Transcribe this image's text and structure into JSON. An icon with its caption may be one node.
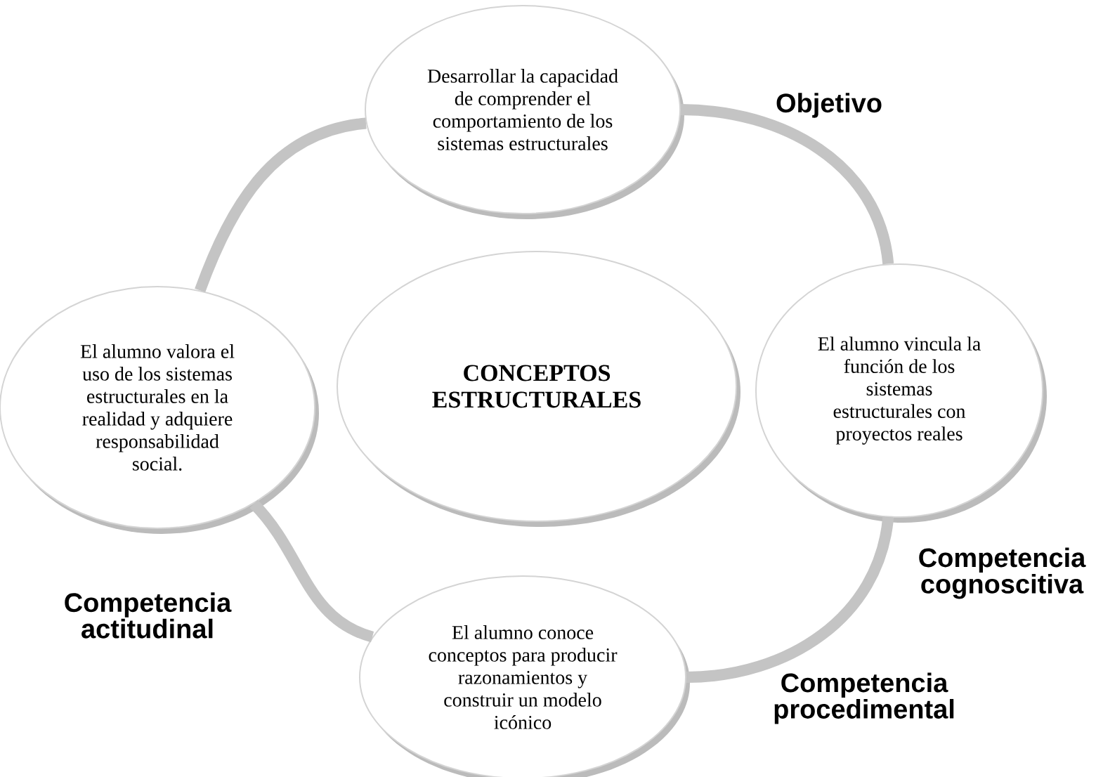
{
  "diagram": {
    "nodes": [
      {
        "text": [
          "Desarrollar la capacidad de comprender el comportamiento de los sistemas estructurales"
        ],
        "beside": [
          "Objetivo"
        ]
      },
      {
        "text": [
          "El alumno valora el uso de los sistemas estructurales en la realidad y adquiere responsabilidad social."
        ],
        "beside": [
          "Competencia actitudinal"
        ]
      },
      {
        "text": [
          "CONCEPTOS ESTRUCTURALES"
        ]
      },
      {
        "text": [
          "El alumno vincula la función de los sistemas estructurales con proyectos reales"
        ],
        "beside": [
          "Competencia cognoscitiva"
        ]
      },
      {
        "text": [
          "El alumno conoce conceptos para producir razonamientos y construir un modelo icónico"
        ],
        "beside": [
          "Competencia procedimental"
        ]
      }
    ],
    "edges": [
      {
        "from": 0,
        "to": 3,
        "arrow": "none"
      },
      {
        "from": 3,
        "to": 4,
        "arrow": "none"
      },
      {
        "from": 4,
        "to": 1,
        "arrow": "none"
      },
      {
        "from": 1,
        "to": 0,
        "arrow": "none"
      }
    ]
  }
}
